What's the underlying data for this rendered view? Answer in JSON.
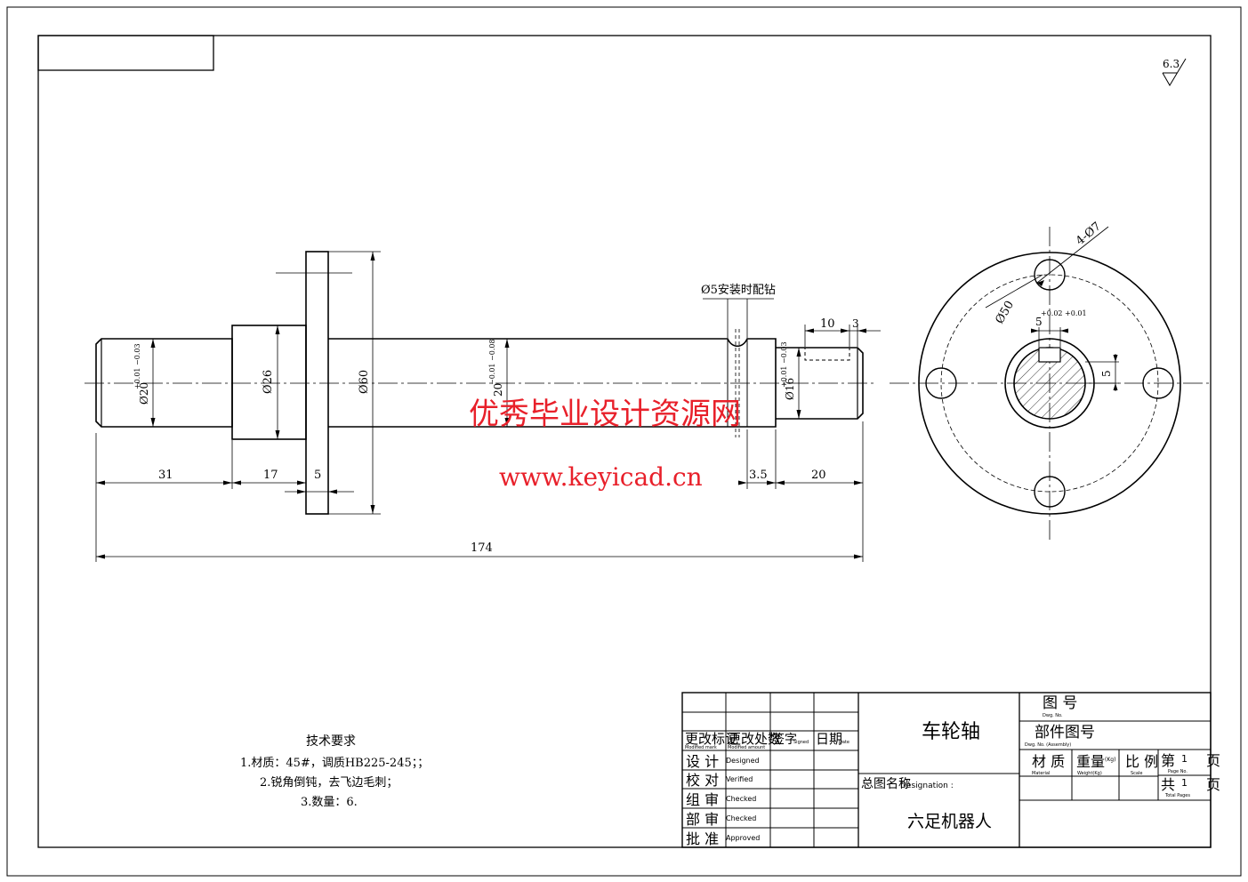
{
  "surface_roughness": "6.3",
  "shaft": {
    "dimensions": {
      "len_31": "31",
      "len_17": "17",
      "len_5": "5",
      "len_3_5": "3.5",
      "len_20": "20",
      "len_174": "174",
      "len_10": "10",
      "len_3": "3",
      "dia_20": "Ø20",
      "dia_20_tol": "+0.01 −0.03",
      "dia_26": "Ø26",
      "dia_60": "Ø60",
      "dia_mid": "20",
      "dia_mid_tol": "−0.01 −0.08",
      "dia_16": "Ø16",
      "dia_16_tol": "+0.01 −0.03"
    },
    "note_drill": "Ø5安装时配钻"
  },
  "end_view": {
    "holes": "4-Ø7",
    "pitch_circle": "Ø50",
    "keyway_width": "5",
    "keyway_tol": "+0.02 +0.01",
    "keyway_depth": "5"
  },
  "watermark": {
    "line1": "优秀毕业设计资源网",
    "line2": "www.keyicad.cn"
  },
  "tech_requirements": {
    "title": "技术要求",
    "items": [
      "1.材质：45#，调质HB225-245；；",
      "2.锐角倒钝，去飞边毛刺；",
      "3.数量：6."
    ]
  },
  "title_block": {
    "part_name": "车轮轴",
    "assembly_name": "六足机器人",
    "assembly_label": "总图名称",
    "assembly_label_en": "Designation :",
    "revision_labels": [
      "更改标记",
      "更改处数",
      "签字",
      "日期"
    ],
    "revision_labels_en": [
      "Modified mark",
      "Modified amount",
      "Signed",
      "Date"
    ],
    "roles": [
      {
        "cn": "设 计",
        "en": "Designed"
      },
      {
        "cn": "校 对",
        "en": "Verified"
      },
      {
        "cn": "组 审",
        "en": "Checked"
      },
      {
        "cn": "部 审",
        "en": "Checked"
      },
      {
        "cn": "批 准",
        "en": "Approved"
      }
    ],
    "dwg_no": {
      "cn": "图 号",
      "en": "Dwg. No."
    },
    "assembly_no": {
      "cn": "部件图号",
      "en": "Dwg. No. (Assembly)"
    },
    "material": {
      "cn": "材 质",
      "en": "Material"
    },
    "weight": {
      "cn": "重量",
      "unit": "(Kg)",
      "en": "Weight(Kg)"
    },
    "scale": {
      "cn": "比 例",
      "en": "Scale"
    },
    "page": {
      "pre": "第",
      "num": "1",
      "post": "页",
      "en": "Page No."
    },
    "total": {
      "pre": "共",
      "num": "1",
      "post": "页",
      "en": "Total Pages"
    }
  }
}
